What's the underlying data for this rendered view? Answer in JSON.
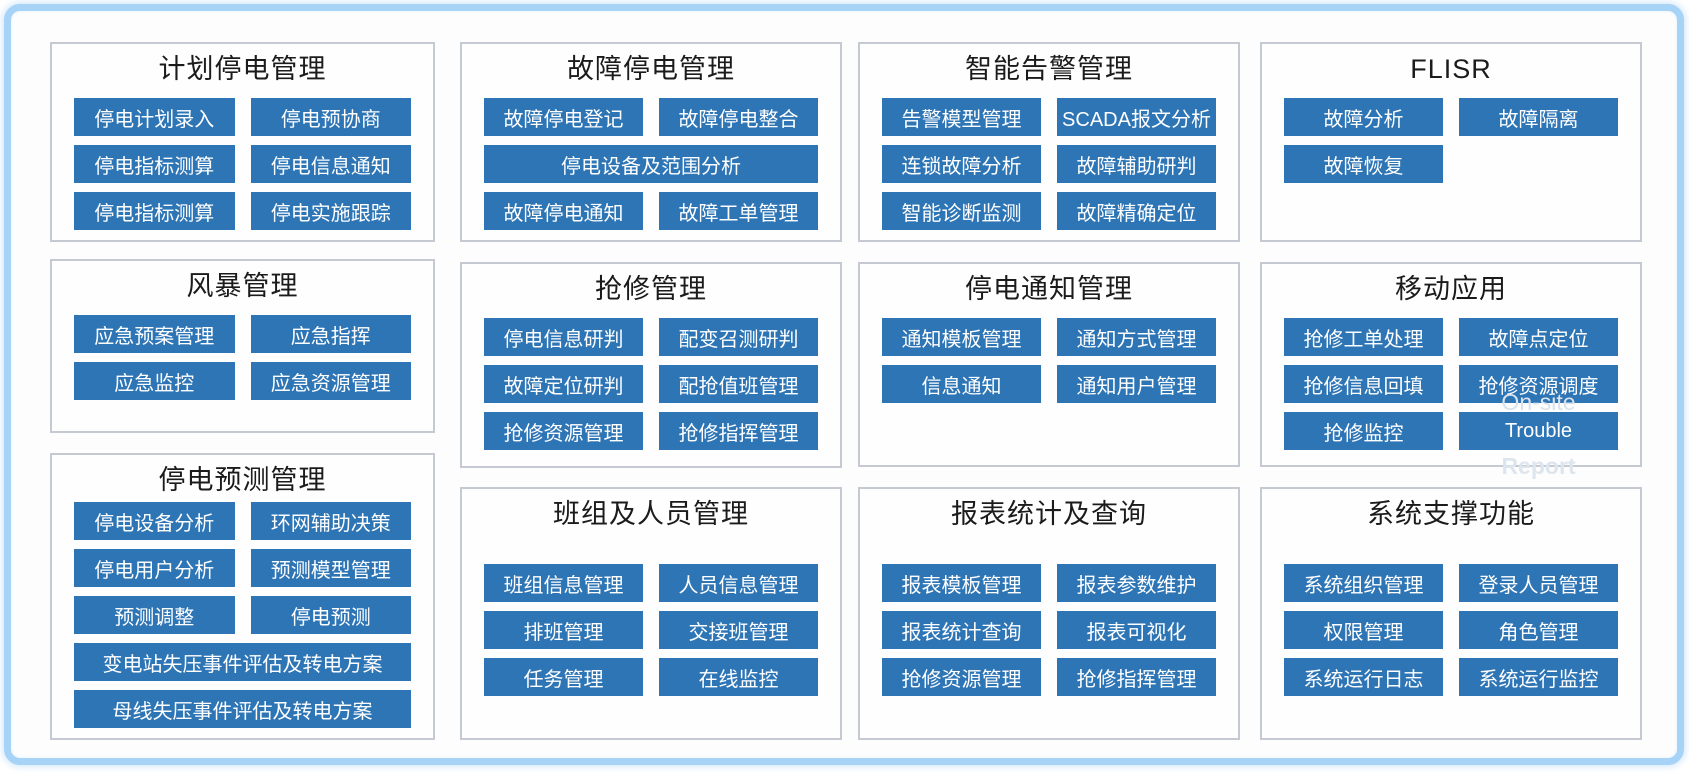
{
  "colors": {
    "button_blue": "#2e75b6",
    "button_text": "#ffffff",
    "panel_border": "#c5c9d1",
    "outer_border": "#a7d3f7",
    "title_text": "#1b1b1b"
  },
  "panels": [
    {
      "title": "计划停电管理",
      "buttons": [
        "停电计划录入",
        "停电预协商",
        "停电指标测算",
        "停电信息通知",
        "停电指标测算",
        "停电实施跟踪"
      ]
    },
    {
      "title": "故障停电管理",
      "buttons": [
        "故障停电登记",
        "故障停电整合",
        "停电设备及范围分析",
        "故障停电通知",
        "故障工单管理"
      ]
    },
    {
      "title": "智能告警管理",
      "buttons": [
        "告警模型管理",
        "SCADA报文分析",
        "连锁故障分析",
        "故障辅助研判",
        "智能诊断监测",
        "故障精确定位"
      ]
    },
    {
      "title": "FLISR",
      "buttons": [
        "故障分析",
        "故障隔离",
        "故障恢复"
      ]
    },
    {
      "title": "风暴管理",
      "buttons": [
        "应急预案管理",
        "应急指挥",
        "应急监控",
        "应急资源管理"
      ]
    },
    {
      "title": "抢修管理",
      "buttons": [
        "停电信息研判",
        "配变召测研判",
        "故障定位研判",
        "配抢值班管理",
        "抢修资源管理",
        "抢修指挥管理"
      ]
    },
    {
      "title": "停电通知管理",
      "buttons": [
        "通知模板管理",
        "通知方式管理",
        "信息通知",
        "通知用户管理"
      ]
    },
    {
      "title": "移动应用",
      "buttons": [
        "抢修工单处理",
        "故障点定位",
        "抢修信息回填",
        "抢修资源调度",
        "抢修监控",
        "Trouble"
      ],
      "overlays": {
        "on_site": "On-site",
        "report": "Report"
      }
    },
    {
      "title": "停电预测管理",
      "buttons": [
        "停电设备分析",
        "环网辅助决策",
        "停电用户分析",
        "预测模型管理",
        "预测调整",
        "停电预测",
        "变电站失压事件评估及转电方案",
        "母线失压事件评估及转电方案"
      ]
    },
    {
      "title": "班组及人员管理",
      "buttons": [
        "班组信息管理",
        "人员信息管理",
        "排班管理",
        "交接班管理",
        "任务管理",
        "在线监控"
      ]
    },
    {
      "title": "报表统计及查询",
      "buttons": [
        "报表模板管理",
        "报表参数维护",
        "报表统计查询",
        "报表可视化",
        "抢修资源管理",
        "抢修指挥管理"
      ]
    },
    {
      "title": "系统支撑功能",
      "buttons": [
        "系统组织管理",
        "登录人员管理",
        "权限管理",
        "角色管理",
        "系统运行日志",
        "系统运行监控"
      ]
    }
  ]
}
